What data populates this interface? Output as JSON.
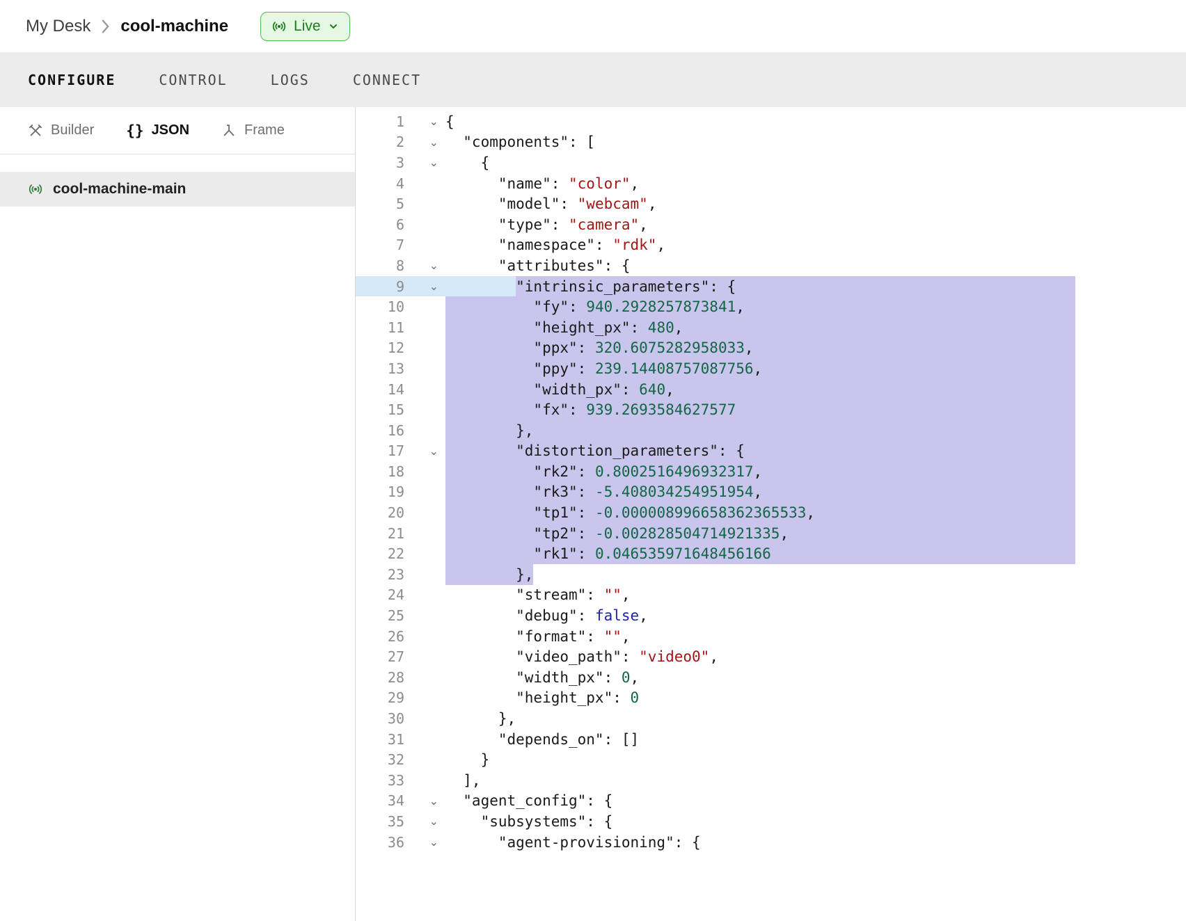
{
  "colors": {
    "live_green_bg": "#e4f8e4",
    "live_green_border": "#57b857",
    "live_green_text": "#1d7a1d",
    "tabbar_bg": "#ececec",
    "selection_purple": "#c9c5ec",
    "active_line_blue": "#d6e9f8",
    "string_red": "#a31515",
    "number_green": "#116644",
    "atom_blue": "#2222aa",
    "selected_row_gray": "#ebebeb"
  },
  "header": {
    "breadcrumb": {
      "parent": "My Desk",
      "current": "cool-machine"
    },
    "live_badge": {
      "label": "Live"
    }
  },
  "tabs": [
    {
      "label": "CONFIGURE",
      "active": true
    },
    {
      "label": "CONTROL",
      "active": false
    },
    {
      "label": "LOGS",
      "active": false
    },
    {
      "label": "CONNECT",
      "active": false
    }
  ],
  "sidebar": {
    "modes": [
      {
        "label": "Builder",
        "icon": "tools-icon",
        "active": false
      },
      {
        "label": "JSON",
        "icon": "braces-icon",
        "active": true
      },
      {
        "label": "Frame",
        "icon": "frame-axes-icon",
        "active": false
      }
    ],
    "machine_name": "cool-machine-main"
  },
  "editor": {
    "lines": [
      {
        "n": 1,
        "fold": true,
        "seg": [
          [
            "p",
            "{"
          ]
        ]
      },
      {
        "n": 2,
        "fold": true,
        "seg": [
          [
            "p",
            "  \"components\": ["
          ]
        ]
      },
      {
        "n": 3,
        "fold": true,
        "seg": [
          [
            "p",
            "    {"
          ]
        ]
      },
      {
        "n": 4,
        "seg": [
          [
            "p",
            "      \"name\": "
          ],
          [
            "s",
            "\"color\""
          ],
          [
            "p",
            ","
          ]
        ]
      },
      {
        "n": 5,
        "seg": [
          [
            "p",
            "      \"model\": "
          ],
          [
            "s",
            "\"webcam\""
          ],
          [
            "p",
            ","
          ]
        ]
      },
      {
        "n": 6,
        "seg": [
          [
            "p",
            "      \"type\": "
          ],
          [
            "s",
            "\"camera\""
          ],
          [
            "p",
            ","
          ]
        ]
      },
      {
        "n": 7,
        "seg": [
          [
            "p",
            "      \"namespace\": "
          ],
          [
            "s",
            "\"rdk\""
          ],
          [
            "p",
            ","
          ]
        ]
      },
      {
        "n": 8,
        "fold": true,
        "seg": [
          [
            "p",
            "      \"attributes\": {"
          ]
        ]
      },
      {
        "n": 9,
        "fold": true,
        "active": true,
        "sel": {
          "fromCh": 8
        },
        "seg": [
          [
            "p",
            "        \"intrinsic_parameters\": {"
          ]
        ]
      },
      {
        "n": 10,
        "sel": "full",
        "seg": [
          [
            "p",
            "          \"fy\": "
          ],
          [
            "n",
            "940.2928257873841"
          ],
          [
            "p",
            ","
          ]
        ]
      },
      {
        "n": 11,
        "sel": "full",
        "seg": [
          [
            "p",
            "          \"height_px\": "
          ],
          [
            "n",
            "480"
          ],
          [
            "p",
            ","
          ]
        ]
      },
      {
        "n": 12,
        "sel": "full",
        "seg": [
          [
            "p",
            "          \"ppx\": "
          ],
          [
            "n",
            "320.6075282958033"
          ],
          [
            "p",
            ","
          ]
        ]
      },
      {
        "n": 13,
        "sel": "full",
        "seg": [
          [
            "p",
            "          \"ppy\": "
          ],
          [
            "n",
            "239.14408757087756"
          ],
          [
            "p",
            ","
          ]
        ]
      },
      {
        "n": 14,
        "sel": "full",
        "seg": [
          [
            "p",
            "          \"width_px\": "
          ],
          [
            "n",
            "640"
          ],
          [
            "p",
            ","
          ]
        ]
      },
      {
        "n": 15,
        "sel": "full",
        "seg": [
          [
            "p",
            "          \"fx\": "
          ],
          [
            "n",
            "939.2693584627577"
          ]
        ]
      },
      {
        "n": 16,
        "sel": "full",
        "seg": [
          [
            "p",
            "        },"
          ]
        ]
      },
      {
        "n": 17,
        "fold": true,
        "sel": "full",
        "seg": [
          [
            "p",
            "        \"distortion_parameters\": {"
          ]
        ]
      },
      {
        "n": 18,
        "sel": "full",
        "seg": [
          [
            "p",
            "          \"rk2\": "
          ],
          [
            "n",
            "0.8002516496932317"
          ],
          [
            "p",
            ","
          ]
        ]
      },
      {
        "n": 19,
        "sel": "full",
        "seg": [
          [
            "p",
            "          \"rk3\": "
          ],
          [
            "n",
            "-5.408034254951954"
          ],
          [
            "p",
            ","
          ]
        ]
      },
      {
        "n": 20,
        "sel": "full",
        "seg": [
          [
            "p",
            "          \"tp1\": "
          ],
          [
            "n",
            "-0.000008996658362365533"
          ],
          [
            "p",
            ","
          ]
        ]
      },
      {
        "n": 21,
        "sel": "full",
        "seg": [
          [
            "p",
            "          \"tp2\": "
          ],
          [
            "n",
            "-0.002828504714921335"
          ],
          [
            "p",
            ","
          ]
        ]
      },
      {
        "n": 22,
        "sel": "full",
        "seg": [
          [
            "p",
            "          \"rk1\": "
          ],
          [
            "n",
            "0.046535971648456166"
          ]
        ]
      },
      {
        "n": 23,
        "sel": {
          "toCh": 10
        },
        "seg": [
          [
            "p",
            "        },"
          ]
        ]
      },
      {
        "n": 24,
        "seg": [
          [
            "p",
            "        \"stream\": "
          ],
          [
            "s",
            "\"\""
          ],
          [
            "p",
            ","
          ]
        ]
      },
      {
        "n": 25,
        "seg": [
          [
            "p",
            "        \"debug\": "
          ],
          [
            "a",
            "false"
          ],
          [
            "p",
            ","
          ]
        ]
      },
      {
        "n": 26,
        "seg": [
          [
            "p",
            "        \"format\": "
          ],
          [
            "s",
            "\"\""
          ],
          [
            "p",
            ","
          ]
        ]
      },
      {
        "n": 27,
        "seg": [
          [
            "p",
            "        \"video_path\": "
          ],
          [
            "s",
            "\"video0\""
          ],
          [
            "p",
            ","
          ]
        ]
      },
      {
        "n": 28,
        "seg": [
          [
            "p",
            "        \"width_px\": "
          ],
          [
            "n",
            "0"
          ],
          [
            "p",
            ","
          ]
        ]
      },
      {
        "n": 29,
        "seg": [
          [
            "p",
            "        \"height_px\": "
          ],
          [
            "n",
            "0"
          ]
        ]
      },
      {
        "n": 30,
        "seg": [
          [
            "p",
            "      },"
          ]
        ]
      },
      {
        "n": 31,
        "seg": [
          [
            "p",
            "      \"depends_on\": []"
          ]
        ]
      },
      {
        "n": 32,
        "seg": [
          [
            "p",
            "    }"
          ]
        ]
      },
      {
        "n": 33,
        "seg": [
          [
            "p",
            "  ],"
          ]
        ]
      },
      {
        "n": 34,
        "fold": true,
        "seg": [
          [
            "p",
            "  \"agent_config\": {"
          ]
        ]
      },
      {
        "n": 35,
        "fold": true,
        "seg": [
          [
            "p",
            "    \"subsystems\": {"
          ]
        ]
      },
      {
        "n": 36,
        "fold": true,
        "seg": [
          [
            "p",
            "      \"agent-provisioning\": {"
          ]
        ]
      }
    ]
  }
}
